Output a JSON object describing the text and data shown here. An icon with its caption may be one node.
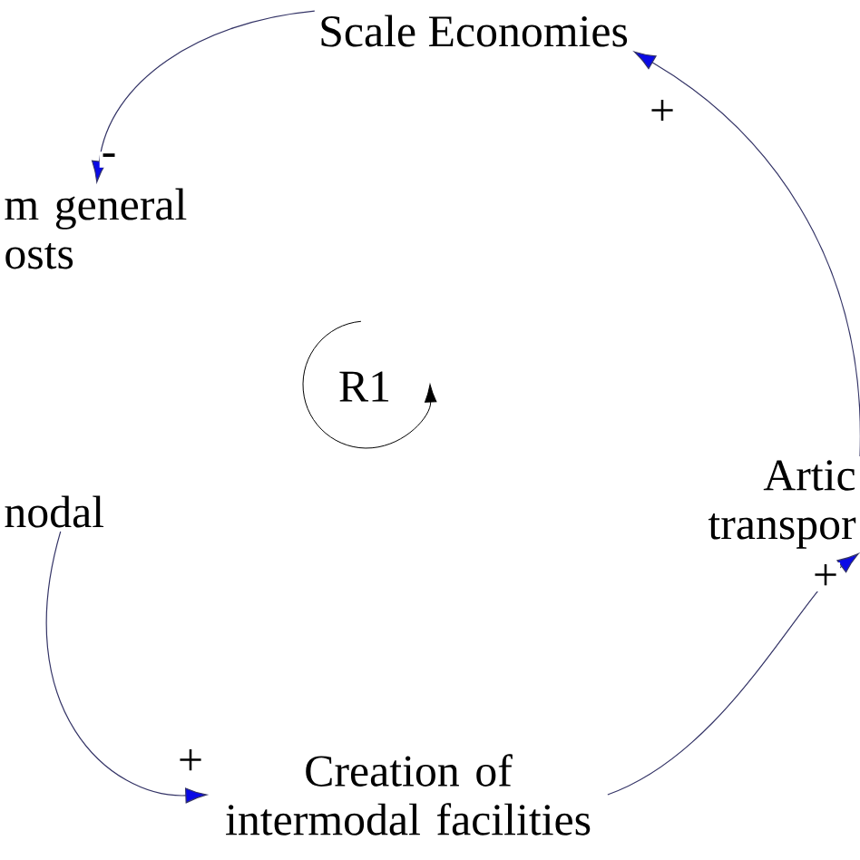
{
  "diagram": {
    "nodes": [
      {
        "text": [
          "Scale Economies"
        ]
      },
      {
        "text": [
          "m general osts"
        ]
      },
      {
        "text": [
          "nodal"
        ]
      },
      {
        "text": [
          "Creation of intermodal facilities"
        ]
      },
      {
        "text": [
          "Artic transpor"
        ]
      }
    ],
    "edges": [
      {
        "from": 0,
        "to": 1,
        "arrow": "to",
        "label": "-"
      },
      {
        "from": 2,
        "to": 3,
        "arrow": "to",
        "label": "+"
      },
      {
        "from": 3,
        "to": 4,
        "arrow": "to",
        "label": "+"
      },
      {
        "from": 4,
        "to": 0,
        "arrow": "to",
        "label": "+"
      }
    ],
    "labels": [
      "R1"
    ]
  }
}
